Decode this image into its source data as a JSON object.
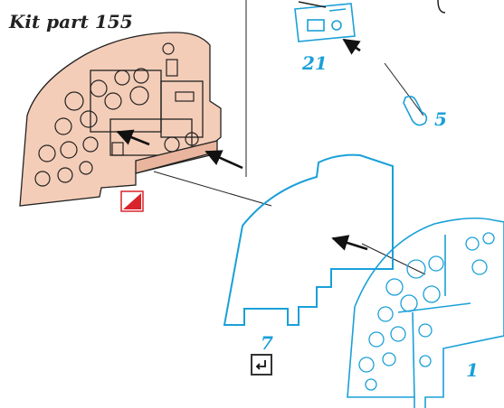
{
  "title": "Kit part 155",
  "callouts": {
    "part_21": "21",
    "part_5": "5",
    "part_7": "7",
    "part_1": "1"
  },
  "icons": {
    "fold_symbol": "fold-back-arrow-icon",
    "paint_swatch": "paint-swatch-icon"
  },
  "colors": {
    "kit_part_fill": "#f4cdb8",
    "kit_part_stroke": "#222222",
    "decal_stroke": "#1aa0d8",
    "label_blue": "#1aa0d8",
    "swatch_red": "#d9242b"
  }
}
